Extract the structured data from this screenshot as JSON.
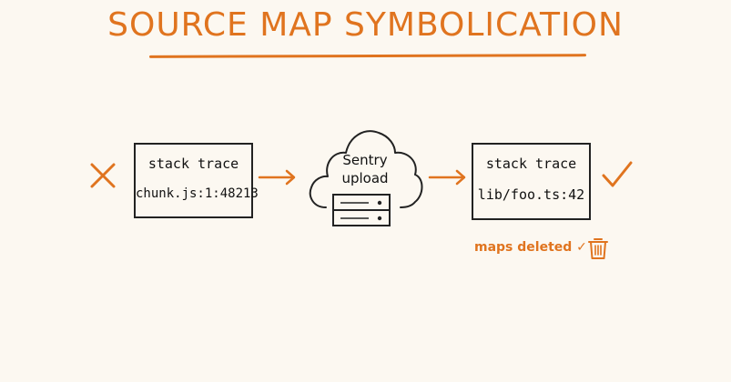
{
  "title": "SOURCE MAP SYMBOLICATION",
  "left_box": {
    "line1": "stack trace",
    "line2": "chunk.js:1:48213"
  },
  "cloud": {
    "line1": "Sentry",
    "line2": "upload"
  },
  "right_box": {
    "line1": "stack trace",
    "line2": "lib/foo.ts:42"
  },
  "footer_note": "maps deleted ✓",
  "icons": {
    "fail": "x-mark-icon",
    "success": "check-mark-icon",
    "server": "server-icon",
    "trash": "trash-can-icon"
  },
  "colors": {
    "accent": "#e0741f",
    "ink": "#222222",
    "background": "#fcf8f1"
  }
}
